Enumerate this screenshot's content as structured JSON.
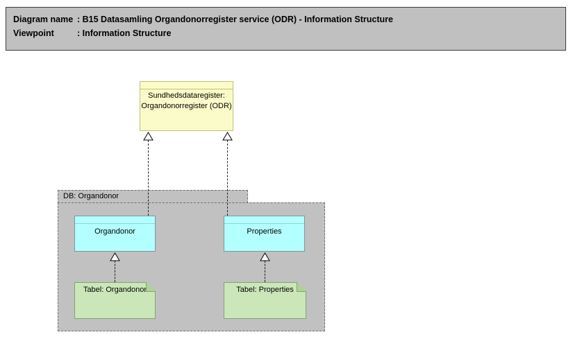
{
  "colors": {
    "header_bg": "#c0c0c0",
    "header_border": "#3c3c3c",
    "service_fill": "#fbfbca",
    "service_border": "#c0c075",
    "entity_fill": "#b3ffff",
    "entity_border": "#7e95a0",
    "entity_divider": "#8ed6da",
    "table_fill": "#cbe7b9",
    "table_border": "#85a171",
    "table_fold": "#afd295",
    "group_fill": "#c1c1c1",
    "group_border": "#6f6f6f",
    "line_color": "#1f1f1f",
    "text": "#000000"
  },
  "header": {
    "rows": [
      {
        "label": "Diagram name",
        "value": ": B15 Datasamling Organdonorregister service (ODR) - Information Structure"
      },
      {
        "label": "Viewpoint",
        "value": ": Information Structure"
      }
    ]
  },
  "group": {
    "label": "DB: Organdonor"
  },
  "nodes": {
    "service": {
      "label": "Sundhedsdataregister: Organdonorregister (ODR)"
    },
    "entity_organdonor": {
      "label": "Organdonor"
    },
    "entity_properties": {
      "label": "Properties"
    },
    "table_organdonor": {
      "label": "Tabel: Organdonor"
    },
    "table_properties": {
      "label": "Tabel: Properties"
    }
  },
  "relationships": [
    {
      "type": "realization",
      "from": "Organdonor",
      "to": "Sundhedsdataregister: Organdonorregister (ODR)",
      "style": "dashed-hollow-triangle"
    },
    {
      "type": "realization",
      "from": "Properties",
      "to": "Sundhedsdataregister: Organdonorregister (ODR)",
      "style": "dashed-hollow-triangle"
    },
    {
      "type": "realization",
      "from": "Tabel: Organdonor",
      "to": "Organdonor",
      "style": "dashed-hollow-triangle"
    },
    {
      "type": "realization",
      "from": "Tabel: Properties",
      "to": "Properties",
      "style": "dashed-hollow-triangle"
    }
  ]
}
